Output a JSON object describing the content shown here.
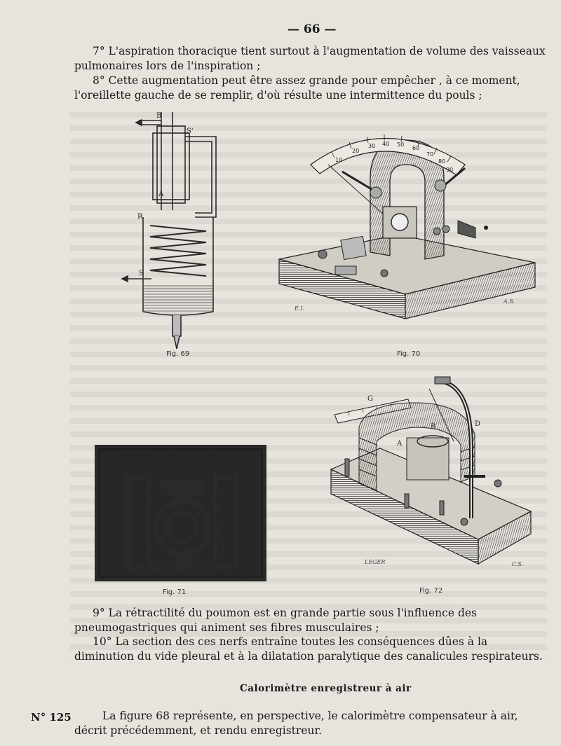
{
  "page_number": "— 66 —",
  "paragraphs": {
    "p7": "7° L'aspiration thoracique tient surtout à l'augmentation de volume des vaisseaux pulmonaires lors de l'inspiration ;",
    "p8": "8° Cette augmentation peut être assez grande pour empêcher , à ce moment, l'oreillette gauche de se remplir, d'où résulte une intermittence du pouls ;",
    "p9": "9° La rétractilité du poumon est en grande partie sous l'influence des pneumogastriques qui animent ses fibres musculaires ;",
    "p10": "10° La section des ces nerfs entraîne toutes les conséquences dûes à la diminution du vide pleural et à la dilatation paralytique des canalicules respirateurs.",
    "p125": "La figure 68 représente, en perspective, le calorimètre compensateur à air, décrit précédemment, et rendu enregistreur."
  },
  "section_title": "Calorimètre enregistreur à air",
  "marginal_number": "N° 125",
  "figures": {
    "fig69": {
      "caption": "Fig. 69",
      "labels": {
        "B": "B",
        "S_prime": "S'",
        "A": "A",
        "R": "R",
        "S": "S"
      }
    },
    "fig70": {
      "caption": "Fig. 70",
      "scale_ticks": [
        "10",
        "20",
        "30",
        "40",
        "50",
        "60",
        "70",
        "80",
        "90"
      ],
      "signatures": {
        "left": "E.I.",
        "right": "A.S."
      }
    },
    "fig71": {
      "caption": "Fig. 71"
    },
    "fig72": {
      "caption": "Fig. 72",
      "labels": {
        "G": "G",
        "B": "B",
        "D": "D",
        "A": "A"
      },
      "signatures": {
        "left": "LEGER",
        "right": "C.S."
      }
    }
  },
  "colors": {
    "paper": "#e7e4dd",
    "ink": "#1a1a1a",
    "engraving": "#3a3a3a"
  }
}
